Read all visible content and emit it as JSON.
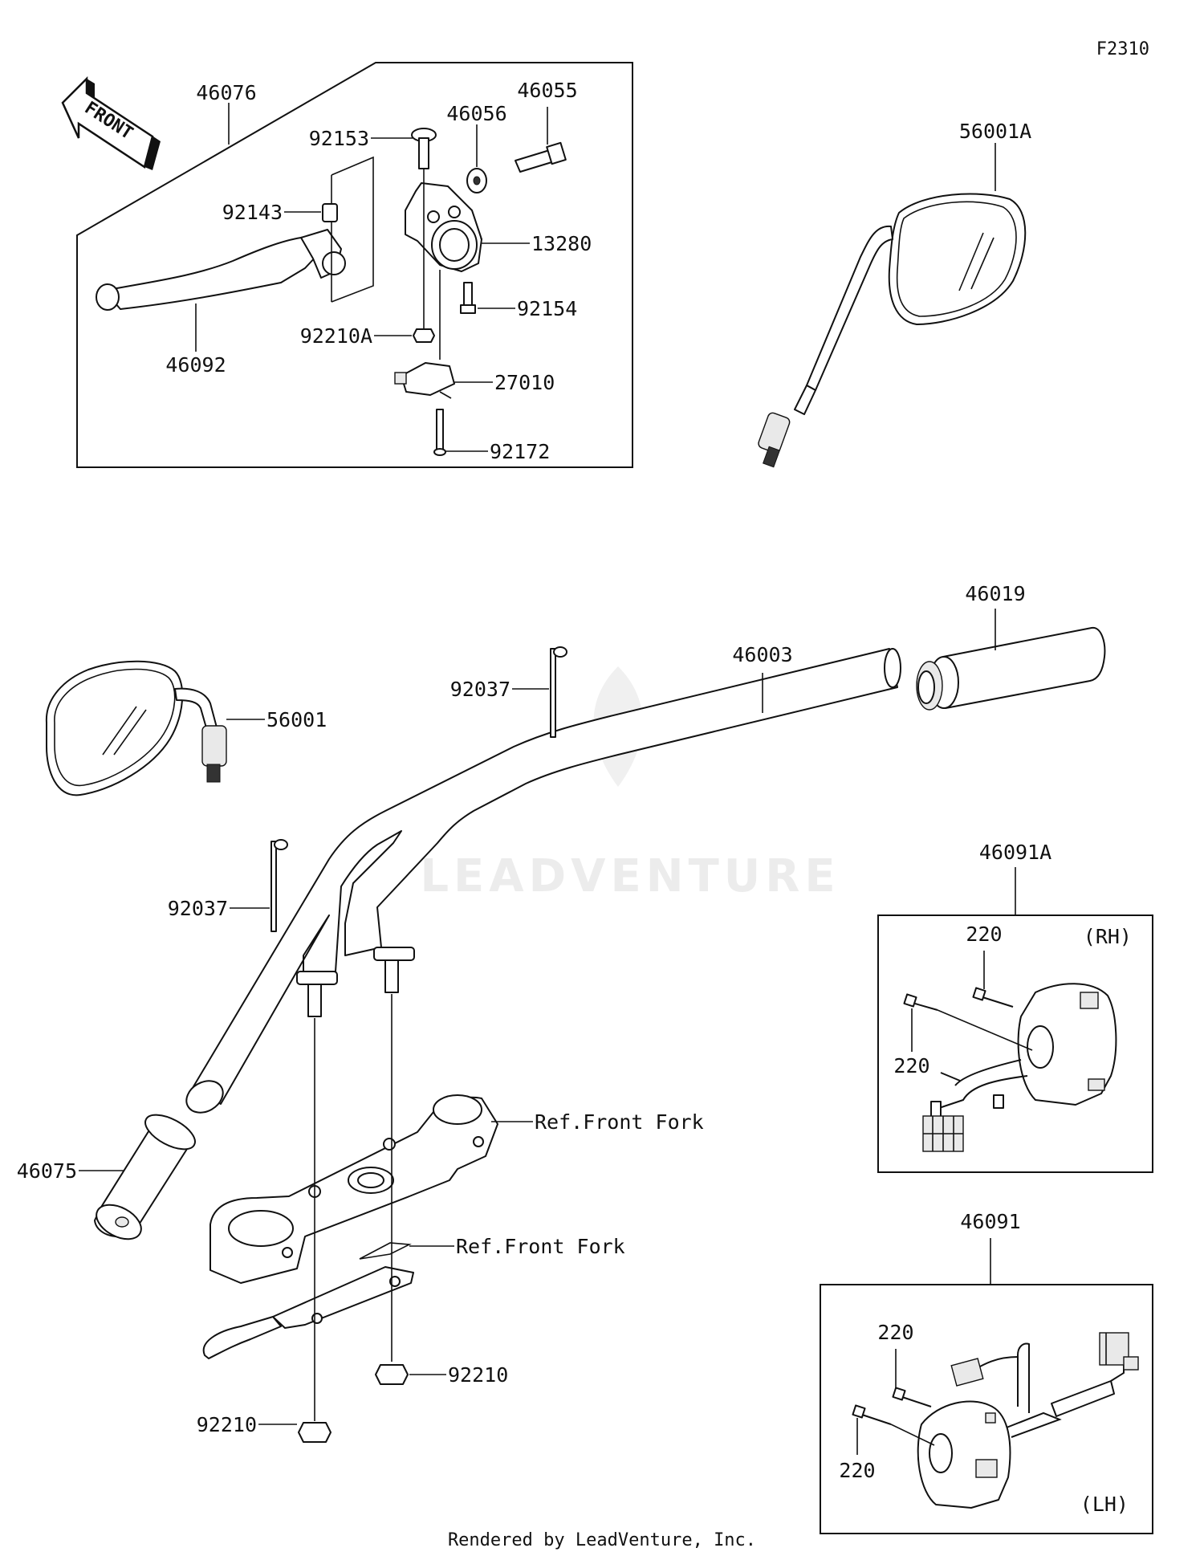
{
  "diagram_code": "F2310",
  "watermark": "LEADVENTURE",
  "front_label": "FRONT",
  "footer": "Rendered by LeadVenture, Inc.",
  "sides": {
    "rh": "(RH)",
    "lh": "(LH)"
  },
  "parts": {
    "p46076": "46076",
    "p92153": "92153",
    "p46056": "46056",
    "p46055": "46055",
    "p92143": "92143",
    "p13280": "13280",
    "p92154": "92154",
    "p92210A": "92210A",
    "p46092": "46092",
    "p27010": "27010",
    "p92172": "92172",
    "p56001A": "56001A",
    "p46019": "46019",
    "p46003": "46003",
    "p92037a": "92037",
    "p56001": "56001",
    "p92037b": "92037",
    "p46091A": "46091A",
    "p220a": "220",
    "p220b": "220",
    "p46075": "46075",
    "pref1": "Ref.Front Fork",
    "pref2": "Ref.Front Fork",
    "p46091": "46091",
    "p220c": "220",
    "p220d": "220",
    "p92210a": "92210",
    "p92210b": "92210"
  }
}
